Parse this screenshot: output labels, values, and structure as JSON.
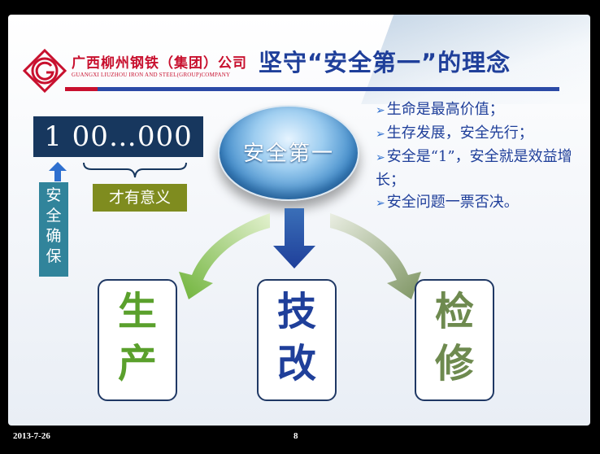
{
  "header": {
    "company_name_cn": "广西柳州钢铁（集团）公司",
    "company_name_en": "GUANGXI LIUZHOU IRON AND STEEL(GROUP)COMPANY",
    "title": "坚守“安全第一”的理念",
    "logo_icon": "company-logo-icon",
    "brand_red": "#c8102e",
    "brand_blue": "#1f3f9a"
  },
  "left_panel": {
    "number": "1 00…000",
    "meaning": "才有意义",
    "safety_guarantee_chars": [
      "安",
      "全",
      "确",
      "保"
    ],
    "arrow_icon": "up-arrow-icon",
    "brace_icon": "brace-icon"
  },
  "center": {
    "label": "安全第一"
  },
  "bullets": [
    "生命是最高价值；",
    "生存发展，安全先行；",
    "安全是“1”，安全就是效益增长；",
    "安全问题一票否决。"
  ],
  "bullet_icon": "➢",
  "outcomes": {
    "production": [
      "生",
      "产"
    ],
    "tech_upgrade": [
      "技",
      "改"
    ],
    "maintenance": [
      "检",
      "修"
    ]
  },
  "footer": {
    "date": "2013-7-26",
    "page": "8"
  }
}
